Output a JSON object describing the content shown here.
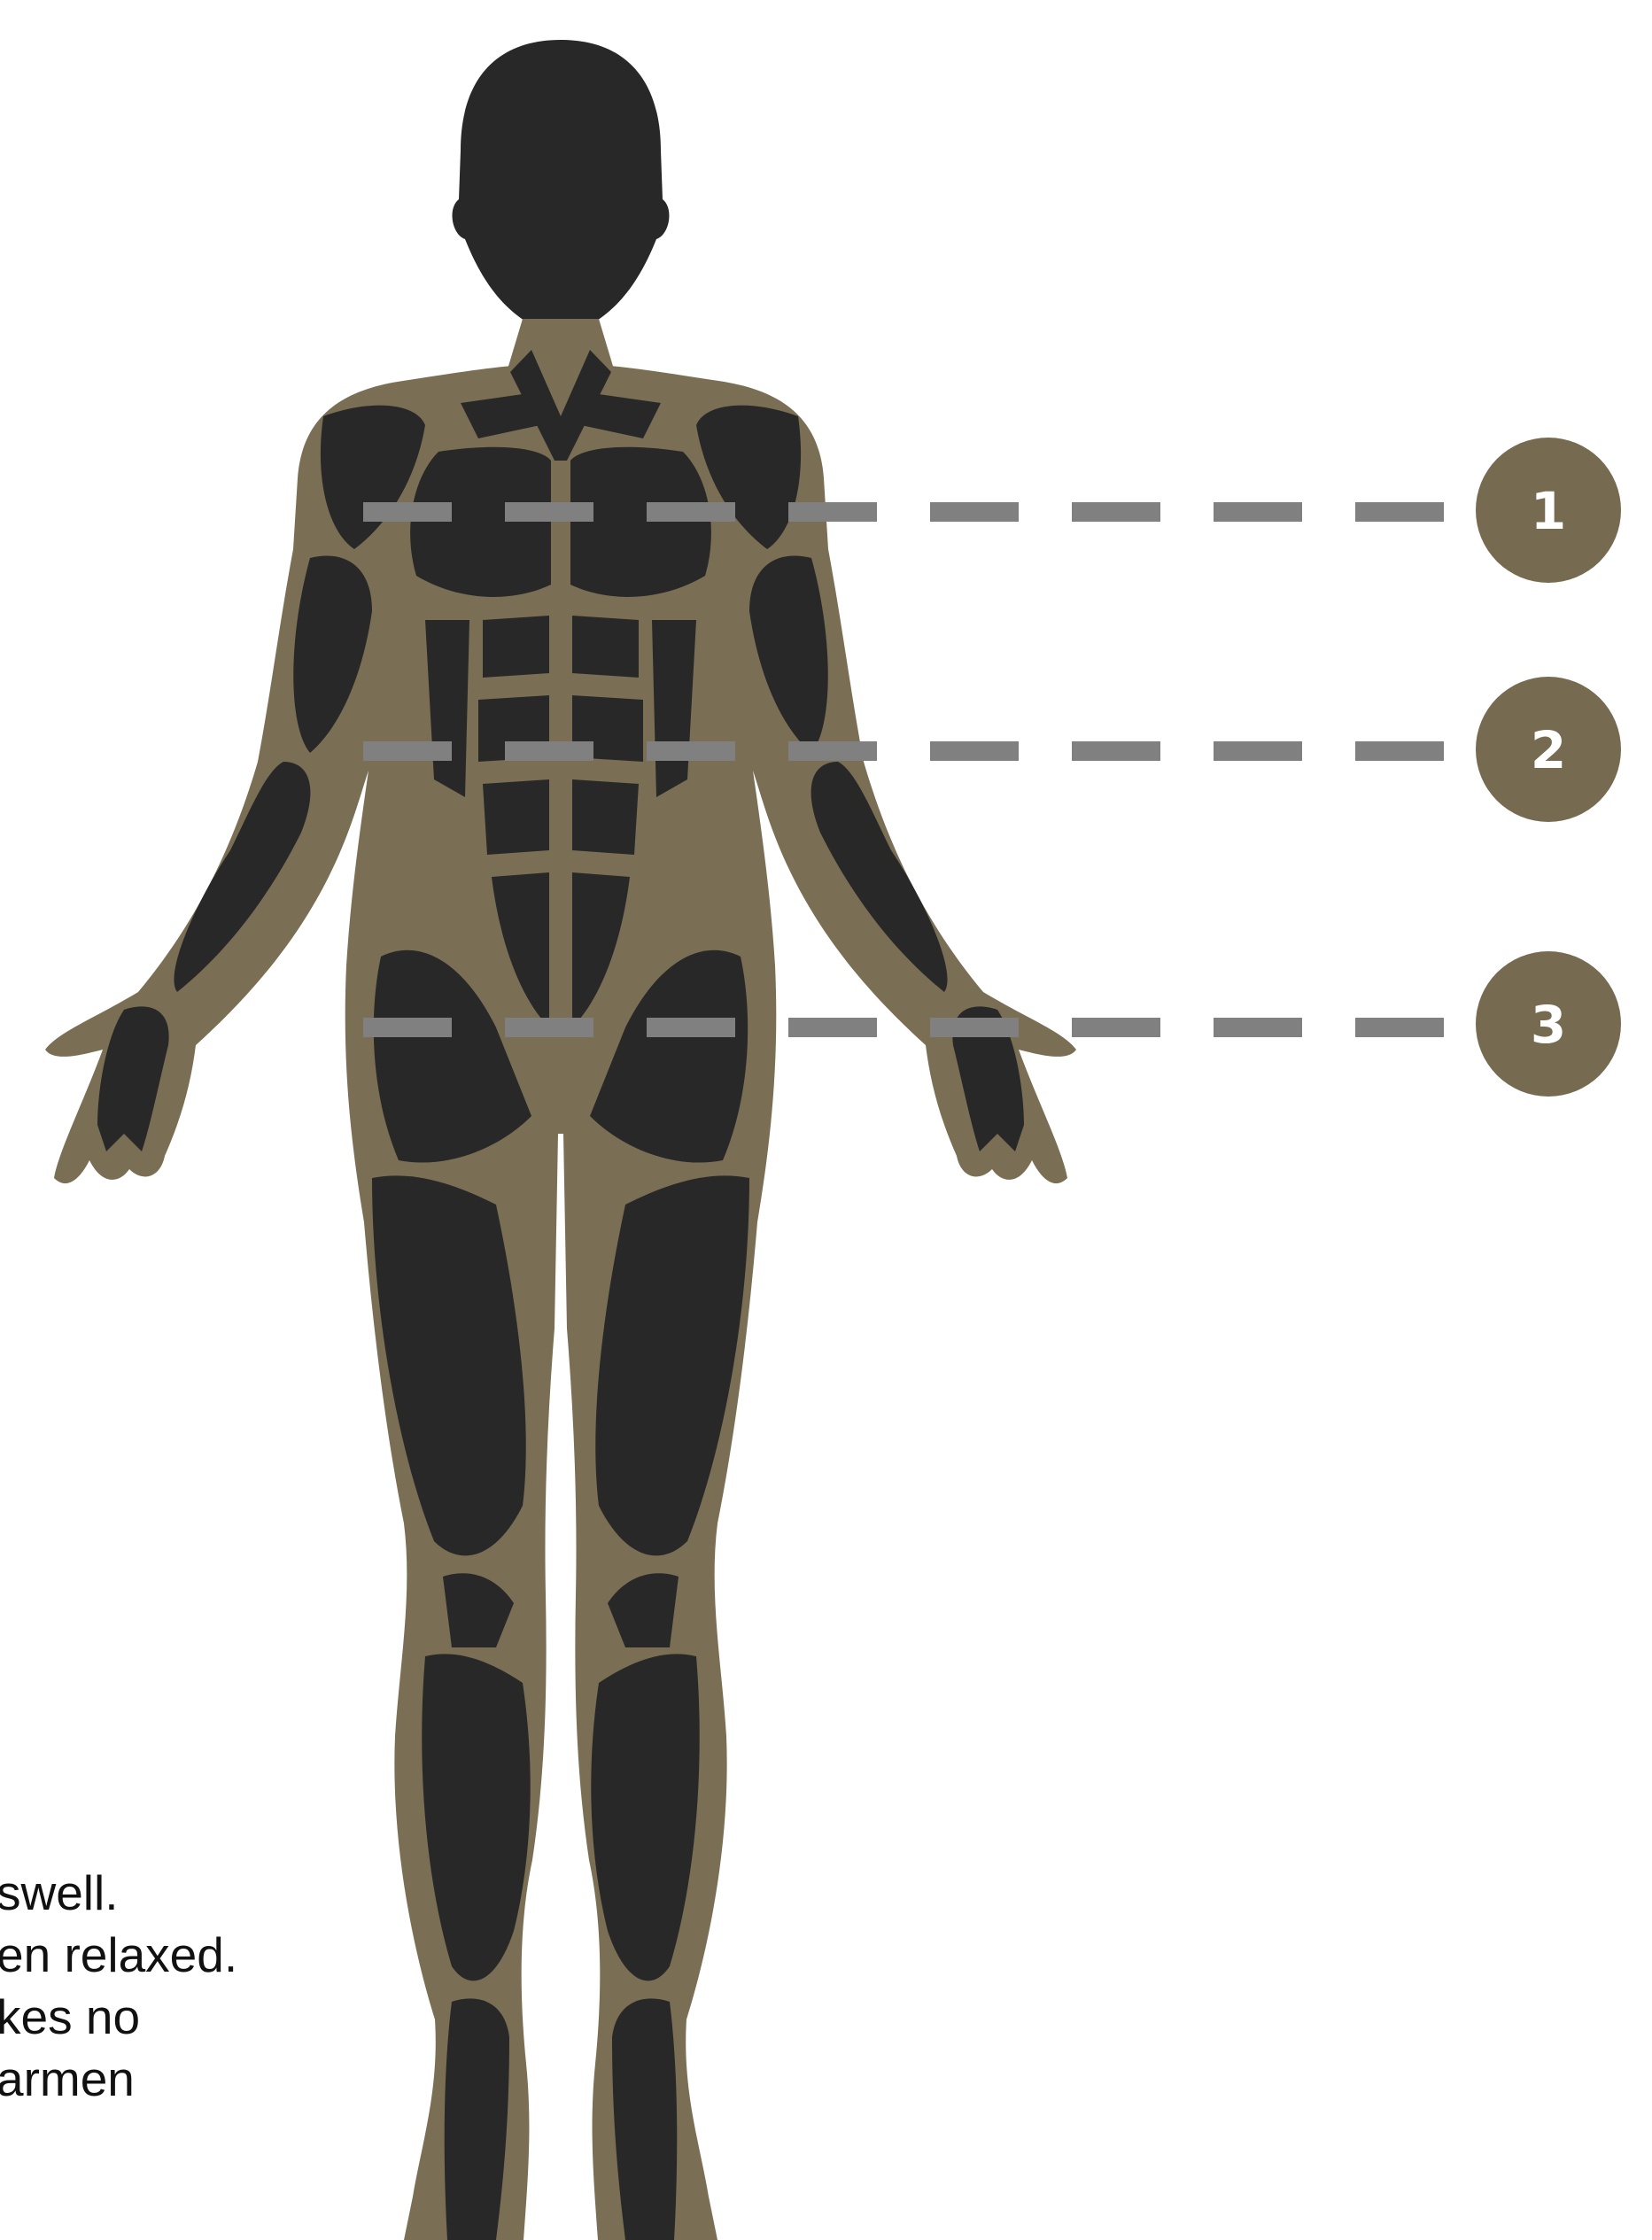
{
  "colors": {
    "background": "#ffffff",
    "body_fill": "#282828",
    "body_outline": "#7a6f54",
    "dashed_line": "#808080",
    "marker_fill": "#766a50",
    "marker_text": "#ffffff",
    "caption_text": "#111111"
  },
  "figure": {
    "subject": "female-muscle-anatomy-front-view",
    "markers": [
      {
        "label": "1"
      },
      {
        "label": "2"
      },
      {
        "label": "3"
      }
    ]
  },
  "caption": {
    "lines": [
      "swell.",
      "en relaxed.",
      "kes no",
      "armen"
    ]
  }
}
